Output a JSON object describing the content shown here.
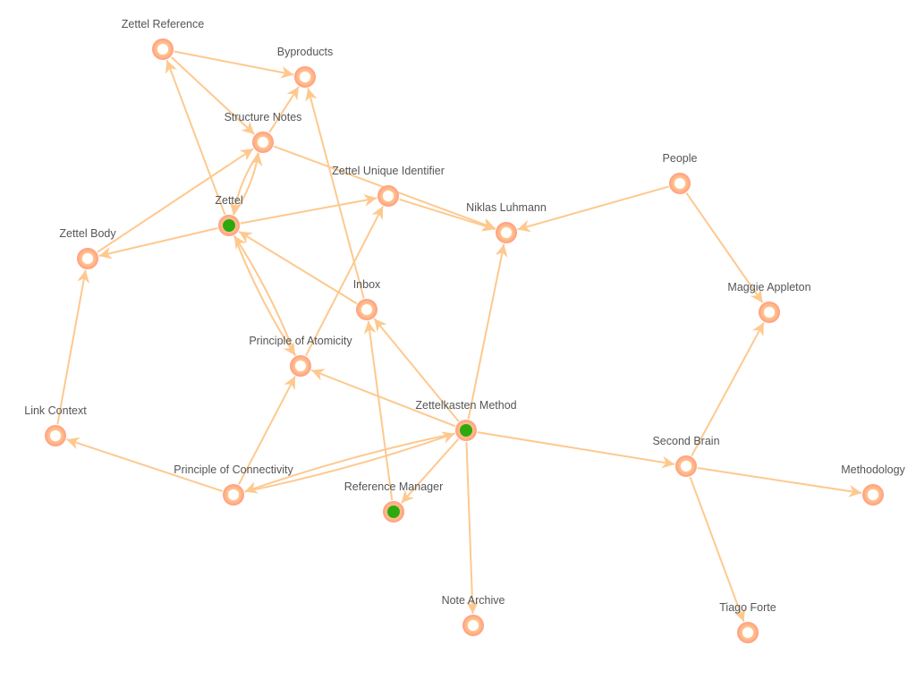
{
  "colors": {
    "edge": "#fdc98f",
    "ring_outer": "#ff9e80",
    "ring_inner": "#ffc58f",
    "active": "#2ea80f",
    "hole": "#ffffff",
    "label": "#555555"
  },
  "nodes": [
    {
      "id": "zr",
      "label": "Zettel Reference",
      "active": false
    },
    {
      "id": "by",
      "label": "Byproducts",
      "active": false
    },
    {
      "id": "sn",
      "label": "Structure Notes",
      "active": false
    },
    {
      "id": "zui",
      "label": "Zettel Unique Identifier",
      "active": false
    },
    {
      "id": "ze",
      "label": "Zettel",
      "active": true
    },
    {
      "id": "nl",
      "label": "Niklas Luhmann",
      "active": false
    },
    {
      "id": "pe",
      "label": "People",
      "active": false
    },
    {
      "id": "zb",
      "label": "Zettel Body",
      "active": false
    },
    {
      "id": "in",
      "label": "Inbox",
      "active": false
    },
    {
      "id": "ma",
      "label": "Maggie Appleton",
      "active": false
    },
    {
      "id": "pa",
      "label": "Principle of Atomicity",
      "active": false
    },
    {
      "id": "zm",
      "label": "Zettelkasten Method",
      "active": true
    },
    {
      "id": "lc",
      "label": "Link Context",
      "active": false
    },
    {
      "id": "sb",
      "label": "Second Brain",
      "active": false
    },
    {
      "id": "pc",
      "label": "Principle of Connectivity",
      "active": false
    },
    {
      "id": "mt",
      "label": "Methodology",
      "active": false
    },
    {
      "id": "rm",
      "label": "Reference Manager",
      "active": true
    },
    {
      "id": "na",
      "label": "Note Archive",
      "active": false
    },
    {
      "id": "tf",
      "label": "Tiago Forte",
      "active": false
    }
  ],
  "edges": [
    [
      "zr",
      "by"
    ],
    [
      "zr",
      "sn"
    ],
    [
      "ze",
      "zr"
    ],
    [
      "sn",
      "by"
    ],
    [
      "sn",
      "ze"
    ],
    [
      "ze",
      "sn"
    ],
    [
      "zb",
      "sn"
    ],
    [
      "ze",
      "zb"
    ],
    [
      "ze",
      "zui"
    ],
    [
      "sn",
      "nl"
    ],
    [
      "zui",
      "nl"
    ],
    [
      "pe",
      "nl"
    ],
    [
      "pe",
      "ma"
    ],
    [
      "in",
      "ze"
    ],
    [
      "in",
      "by"
    ],
    [
      "pa",
      "ze"
    ],
    [
      "ze",
      "pa"
    ],
    [
      "pa",
      "zui"
    ],
    [
      "zm",
      "in"
    ],
    [
      "zm",
      "pa"
    ],
    [
      "zm",
      "nl"
    ],
    [
      "zm",
      "sb"
    ],
    [
      "zm",
      "pc"
    ],
    [
      "pc",
      "zm"
    ],
    [
      "zm",
      "rm"
    ],
    [
      "zm",
      "na"
    ],
    [
      "pc",
      "pa"
    ],
    [
      "pc",
      "lc"
    ],
    [
      "lc",
      "zb"
    ],
    [
      "rm",
      "in"
    ],
    [
      "sb",
      "ma"
    ],
    [
      "sb",
      "mt"
    ],
    [
      "sb",
      "tf"
    ]
  ]
}
